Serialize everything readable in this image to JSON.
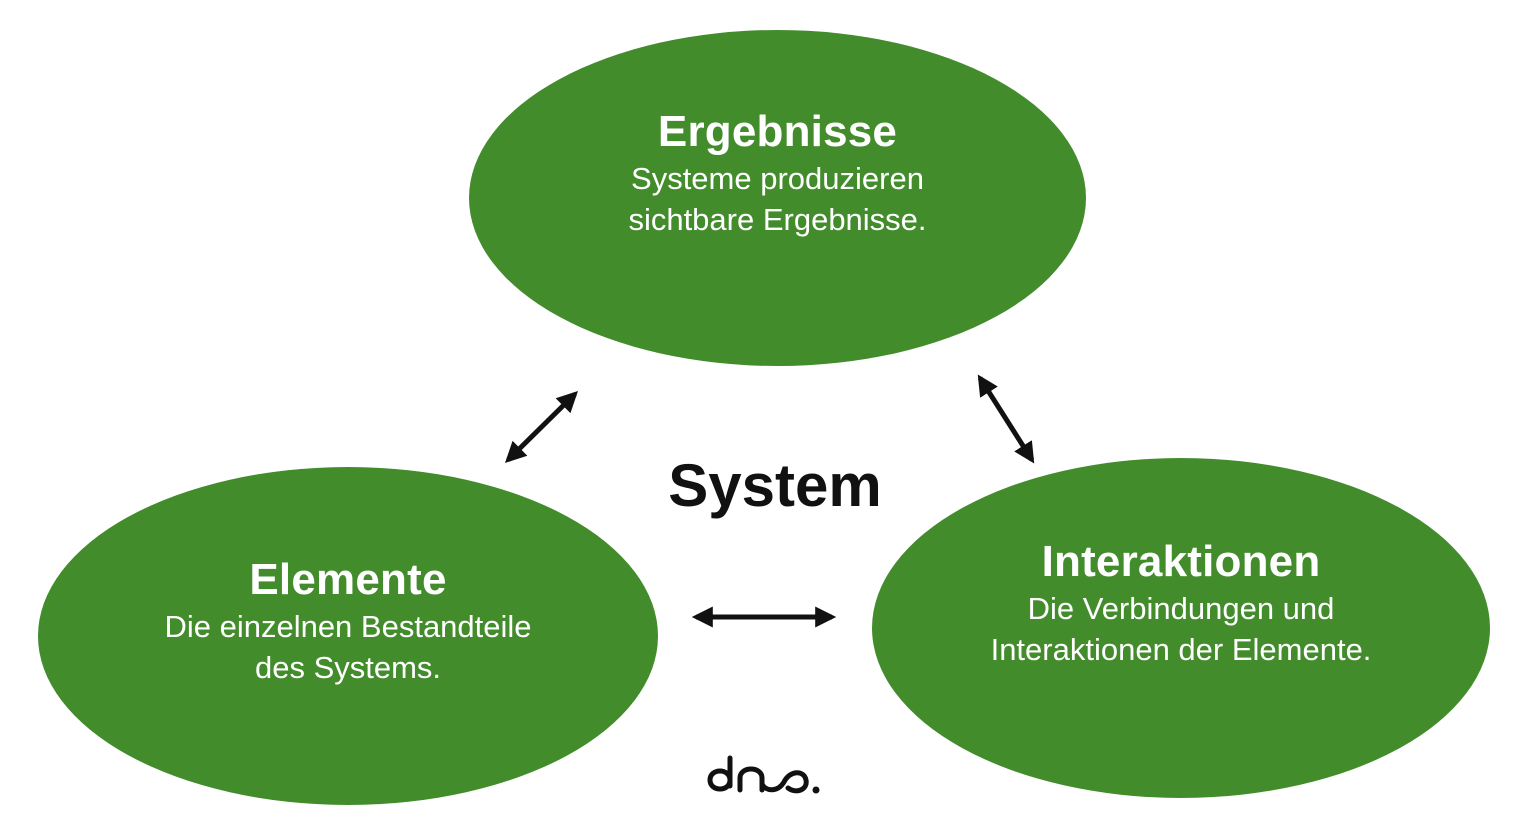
{
  "colors": {
    "node_fill": "#428c2c",
    "node_text": "#ffffff",
    "arrow": "#111111",
    "center_text": "#111111"
  },
  "center": {
    "label": "System"
  },
  "nodes": [
    {
      "id": "ergebnisse",
      "title": "Ergebnisse",
      "description": "Systeme produzieren\nsichtbare Ergebnisse."
    },
    {
      "id": "elemente",
      "title": "Elemente",
      "description": "Die einzelnen Bestandteile\ndes  Systems."
    },
    {
      "id": "interaktionen",
      "title": "Interaktionen",
      "description": "Die Verbindungen und\nInteraktionen der Elemente."
    }
  ],
  "connections": [
    {
      "from": "elemente",
      "to": "ergebnisse",
      "style": "double-arrow"
    },
    {
      "from": "ergebnisse",
      "to": "interaktionen",
      "style": "double-arrow"
    },
    {
      "from": "elemente",
      "to": "interaktionen",
      "style": "double-arrow"
    }
  ],
  "logo": {
    "text": "dno.",
    "icon": "dno-logo"
  }
}
